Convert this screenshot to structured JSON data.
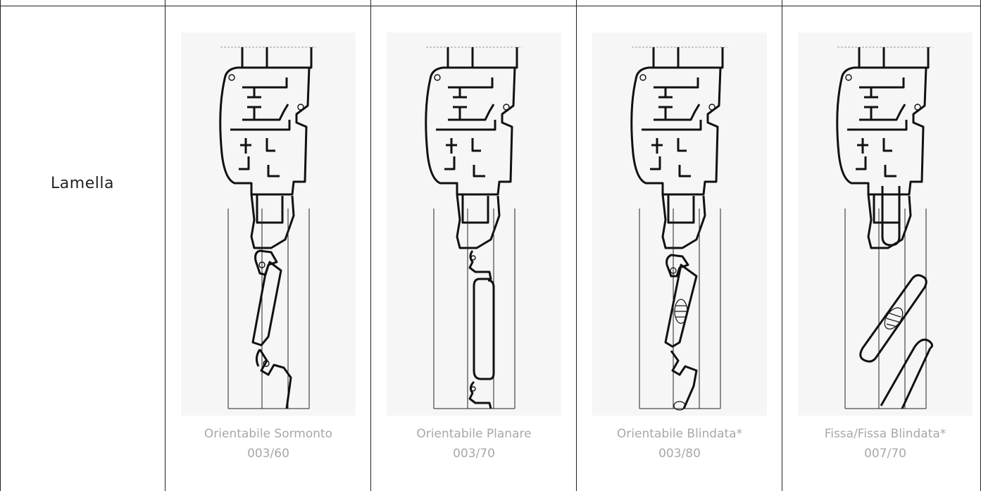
{
  "row": {
    "label": "Lamella"
  },
  "columns": [
    {
      "name": "Orientabile Sormonto",
      "code": "003/60",
      "variant": "sormonto"
    },
    {
      "name": "Orientabile Planare",
      "code": "003/70",
      "variant": "planare"
    },
    {
      "name": "Orientabile Blindata*",
      "code": "003/80",
      "variant": "blindata"
    },
    {
      "name": "Fissa/Fissa Blindata*",
      "code": "007/70",
      "variant": "fissa"
    }
  ],
  "colors": {
    "line": "#222222",
    "drawing_bg": "#f6f6f6",
    "caption": "#a8a8a8"
  }
}
